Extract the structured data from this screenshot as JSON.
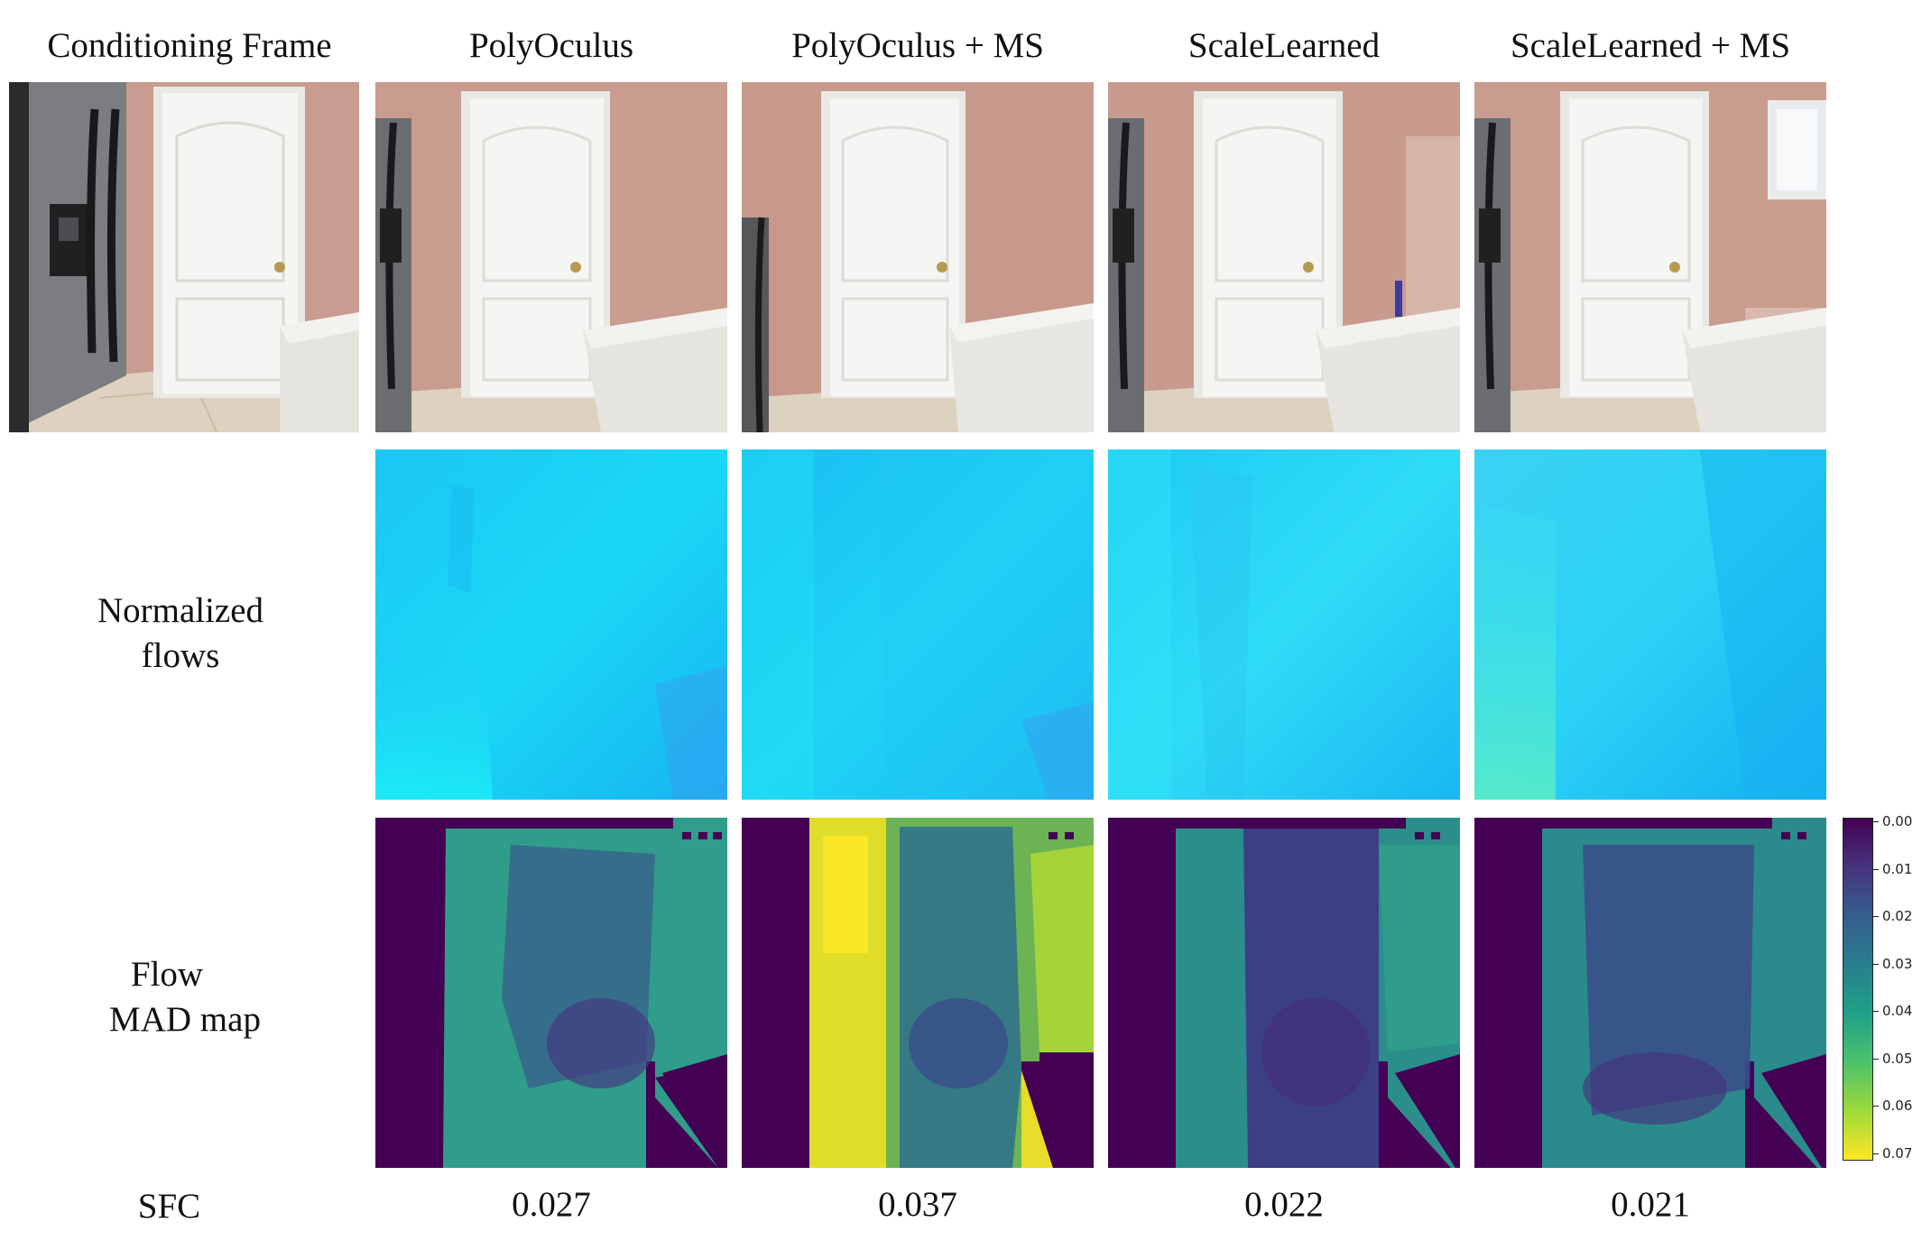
{
  "columns": [
    {
      "title": "Conditioning Frame"
    },
    {
      "title": "PolyOculus"
    },
    {
      "title": "PolyOculus + MS"
    },
    {
      "title": "ScaleLearned"
    },
    {
      "title": "ScaleLearned + MS"
    }
  ],
  "rows": {
    "flows_label_line1": "Normalized",
    "flows_label_line2": "flows",
    "mad_label_line1": "Flow",
    "mad_label_line2": "MAD map",
    "sfc_label": "SFC"
  },
  "sfc_values": [
    "0.027",
    "0.037",
    "0.022",
    "0.021"
  ],
  "colorbar": {
    "ticks": [
      "0.00",
      "0.01",
      "0.02",
      "0.03",
      "0.04",
      "0.05",
      "0.06",
      "0.07"
    ],
    "colormap": "viridis",
    "top_color": "#440154",
    "bottom_color": "#fde725"
  },
  "colors": {
    "wall": "#c99c8f",
    "door": "#f4f4f2",
    "fridge": "#3a3a3c",
    "floor": "#ddd2bf",
    "flow_base": "#19dcf5",
    "mad_background": "#440154"
  }
}
